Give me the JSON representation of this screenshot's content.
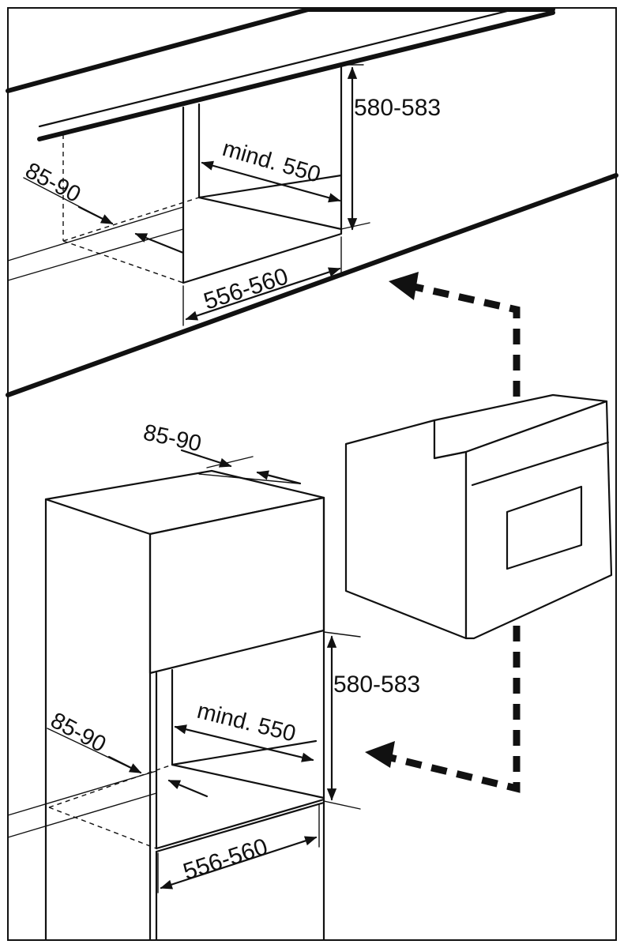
{
  "dimensions": {
    "top": {
      "height": "580-583",
      "depth": "mind. 550",
      "width": "556-560",
      "gap": "85-90"
    },
    "bottom": {
      "top_gap": "85-90",
      "height": "580-583",
      "depth": "mind. 550",
      "width": "556-560",
      "gap": "85-90"
    }
  }
}
